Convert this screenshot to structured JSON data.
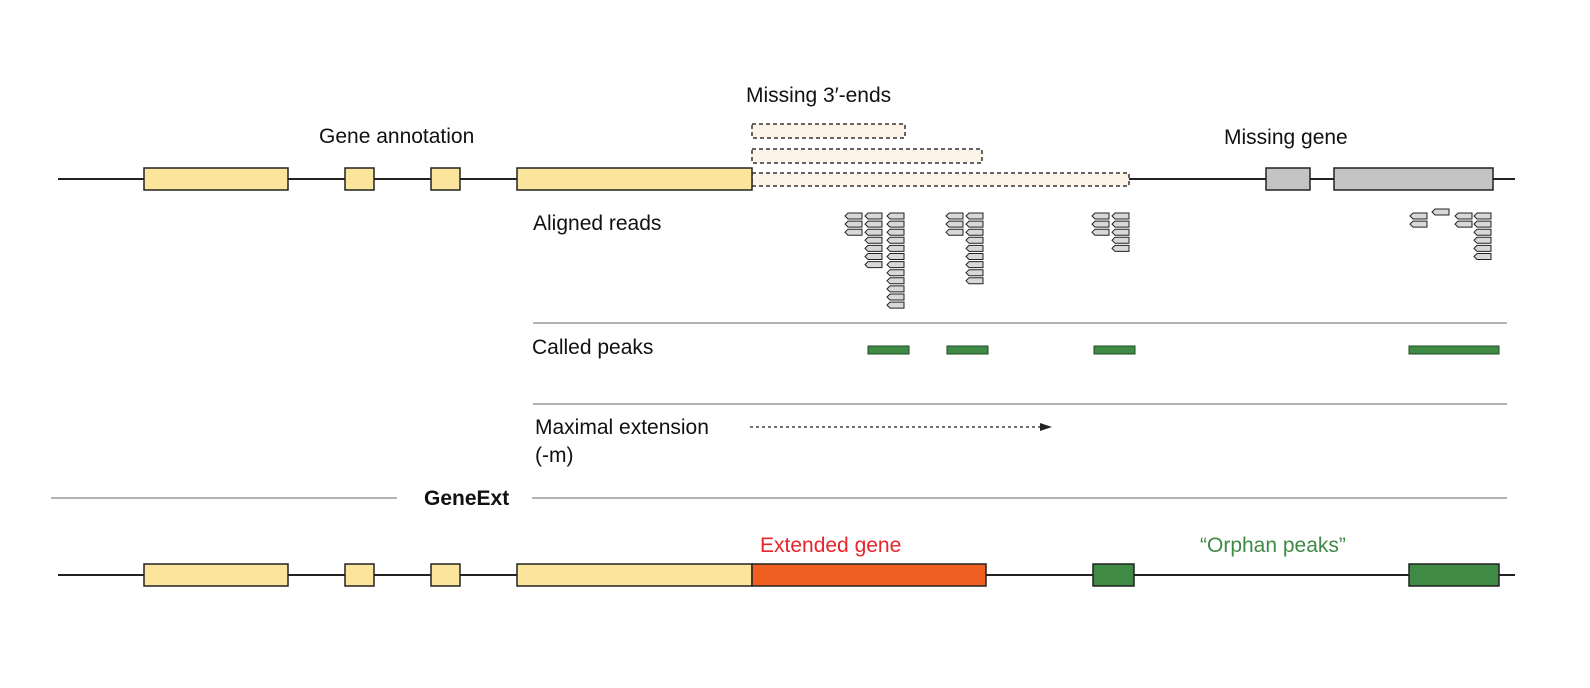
{
  "labels": {
    "gene_annotation": "Gene annotation",
    "missing_3_ends": "Missing 3′-ends",
    "missing_gene": "Missing gene",
    "aligned_reads": "Aligned reads",
    "called_peaks": "Called peaks",
    "maximal_extension_line1": "Maximal extension",
    "maximal_extension_line2": "(-m)",
    "geneext": "GeneExt",
    "extended_gene": "Extended gene",
    "orphan_peaks": "“Orphan peaks”"
  },
  "colors": {
    "exon_fill": "#fbe49b",
    "missing_gene_fill": "#c4c4c4",
    "missing_end_fill": "#fdf3e8",
    "peak_fill": "#3f8a45",
    "extension_fill": "#f05f22",
    "extended_label": "#e8242c",
    "orphan_label": "#3f8a45",
    "line": "#222222",
    "separator": "#9a9a9a"
  }
}
